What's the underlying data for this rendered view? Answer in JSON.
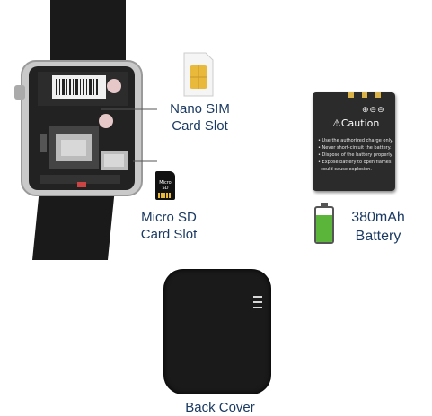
{
  "labels": {
    "nano_sim_line1": "Nano SIM",
    "nano_sim_line2": "Card Slot",
    "micro_sd_line1": "Micro SD",
    "micro_sd_line2": "Card Slot",
    "battery_capacity": "380mAh",
    "battery_word": "Battery",
    "back_cover": "Back Cover"
  },
  "battery_pack": {
    "terminals": "⊕⊖⊖",
    "caution_title": "⚠Caution",
    "caution_lines": [
      "• Use the authorized charge only.",
      "• Never short-circuit the battery.",
      "• Dispose of the battery properly.",
      "• Expose battery to open flames",
      "  could cause explosion."
    ]
  },
  "micro_sd_card": {
    "text": "Micro SD"
  },
  "battery_charge_level": 0.8,
  "colors": {
    "label_text": "#1b3a63",
    "sim_gold": "#e8b93a",
    "battery_green": "#5ab53a",
    "device_black": "#1a1a1a",
    "watch_silver": "#c9c9c9"
  },
  "icons": [
    "smartwatch-image",
    "nano-sim-card-icon",
    "micro-sd-card-icon",
    "battery-pack-image",
    "battery-level-icon",
    "back-cover-image"
  ]
}
